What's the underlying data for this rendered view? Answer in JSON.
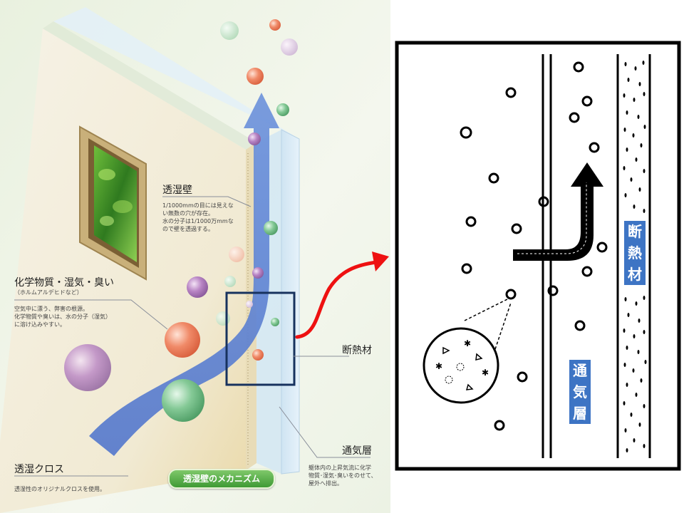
{
  "labels": {
    "wall": {
      "title": "透湿壁",
      "desc": [
        "1/1000mmの目には見えな",
        "い無数の穴が存在。",
        "水の分子は1/1000万mmな",
        "ので壁を透過する。"
      ]
    },
    "chemicals": {
      "title": "化学物質・湿気・臭い",
      "subtitle": "（ホルムアルデヒドなど）",
      "desc": [
        "空気中に漂う、弊害の根源。",
        "化学物質や臭いは、水の分子（湿気）",
        "に溶け込みやすい。"
      ]
    },
    "insulation": {
      "title": "断熱材"
    },
    "ventilation": {
      "title": "通気層",
      "desc": [
        "躯体内の上昇気流に化学",
        "物質･湿気･臭いをのせて、",
        "屋外へ排出。"
      ]
    },
    "cloth": {
      "title": "透湿クロス",
      "desc": "透湿性のオリジナルクロスを使用。"
    },
    "badge": "透湿壁のメカニズム"
  },
  "diagram": {
    "insulation_label": [
      "断",
      "熱",
      "材"
    ],
    "ventilation_label": [
      "通",
      "気",
      "層"
    ]
  },
  "colors": {
    "arrow_blue": "#5b7fd0",
    "highlight_box": "#17325e",
    "red_arrow": "#ee1111",
    "label_blue": "#3d74c4",
    "badge_green": "#4ea53f"
  }
}
